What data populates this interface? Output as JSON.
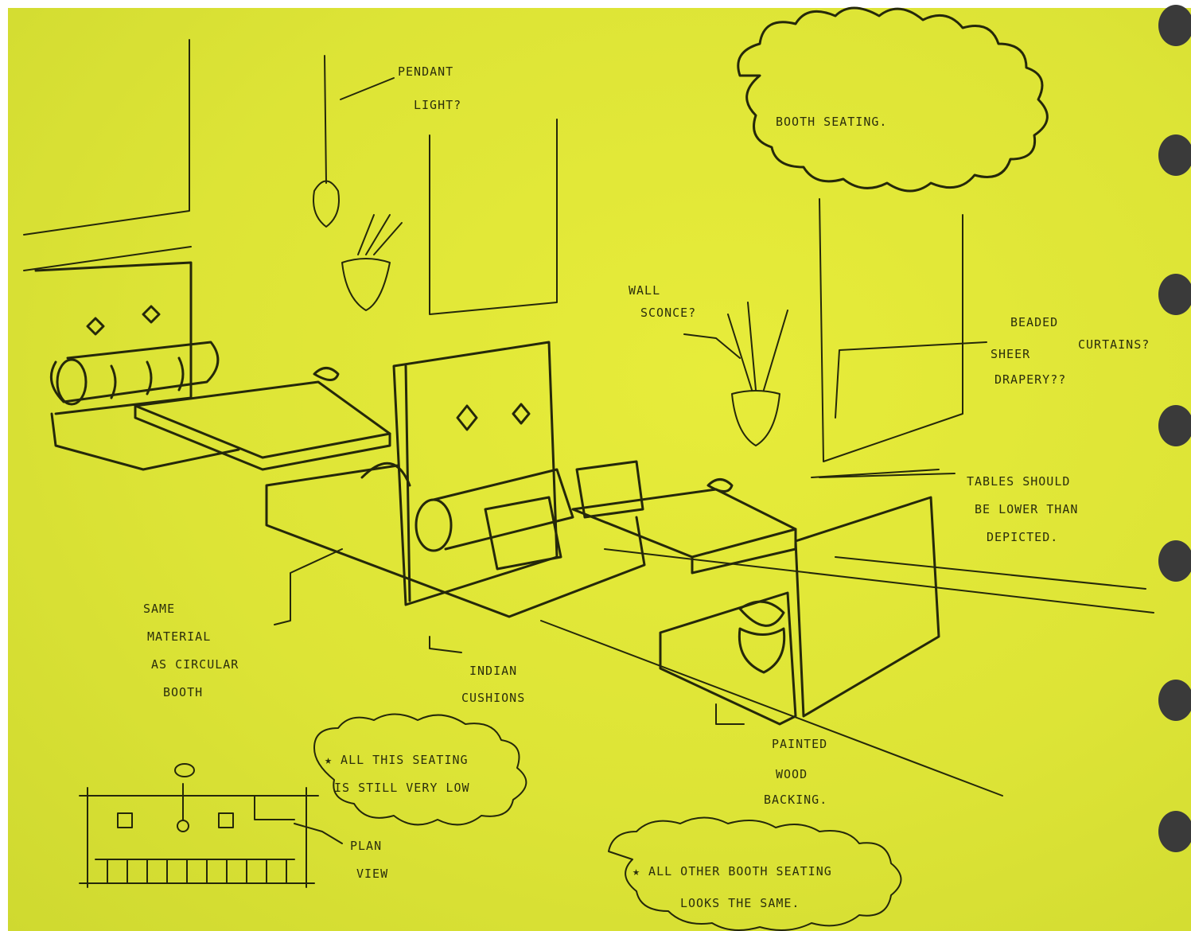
{
  "title": "BOOTH SEATING.",
  "labels": {
    "pendant_light": [
      "PENDANT",
      "LIGHT?"
    ],
    "wall_sconce": [
      "WALL",
      "SCONCE?"
    ],
    "beaded_curtains": [
      "BEADED",
      "CURTAINS?"
    ],
    "sheer_drapery": [
      "SHEER",
      "DRAPERY??"
    ],
    "tables": [
      "TABLES SHOULD",
      "BE LOWER THAN",
      "DEPICTED."
    ],
    "same_material": [
      "SAME",
      "MATERIAL",
      "AS CIRCULAR",
      "BOOTH"
    ],
    "indian_cushions": [
      "INDIAN",
      "CUSHIONS"
    ],
    "painted_wood": [
      "PAINTED",
      "WOOD",
      "BACKING."
    ],
    "plan_view": [
      "PLAN",
      "VIEW"
    ]
  },
  "notes": {
    "note_1": [
      "★ ALL THIS SEATING",
      "IS STILL VERY LOW"
    ],
    "note_2": [
      "★ ALL OTHER BOOTH SEATING",
      "LOOKS THE SAME."
    ]
  },
  "colors": {
    "paper": "#dde436",
    "ink": "#25280a",
    "binder_ring": "#3a3a3a"
  },
  "binder_ring_count": 7
}
